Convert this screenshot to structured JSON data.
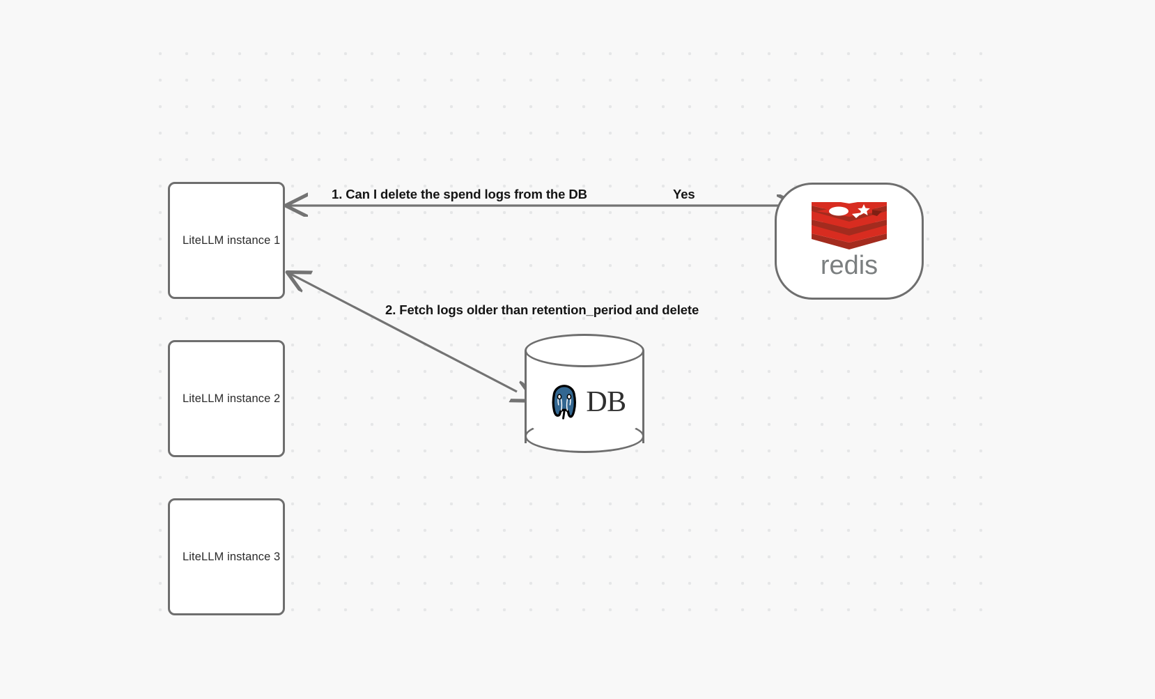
{
  "diagram": {
    "background_color": "#f8f8f8",
    "grid_dot_color": "#e6e7e8",
    "node_border_color": "#6e6e6e",
    "edge_color": "#737373",
    "nodes": [
      {
        "id": "instance-1",
        "label": "LiteLLM instance 1",
        "shape": "rounded-rect"
      },
      {
        "id": "instance-2",
        "label": "LiteLLM instance 2",
        "shape": "rounded-rect"
      },
      {
        "id": "instance-3",
        "label": "LiteLLM instance 3",
        "shape": "rounded-rect"
      },
      {
        "id": "redis",
        "label": "redis",
        "shape": "stadium",
        "logo": "redis-logo",
        "logo_color": "#d82c20",
        "wordmark_color": "#7b7f80"
      },
      {
        "id": "db",
        "label": "DB",
        "shape": "cylinder",
        "logo": "postgresql-elephant-icon",
        "logo_color": "#336791"
      }
    ],
    "edges": [
      {
        "id": "edge-1",
        "from": "instance-1",
        "to": "redis",
        "label": "1.  Can I delete the spend logs from the DB",
        "reply_label": "Yes",
        "arrowheads": "both"
      },
      {
        "id": "edge-2",
        "from": "instance-1",
        "to": "db",
        "label": "2.  Fetch logs older than retention_period and delete",
        "arrowheads": "both"
      }
    ]
  }
}
